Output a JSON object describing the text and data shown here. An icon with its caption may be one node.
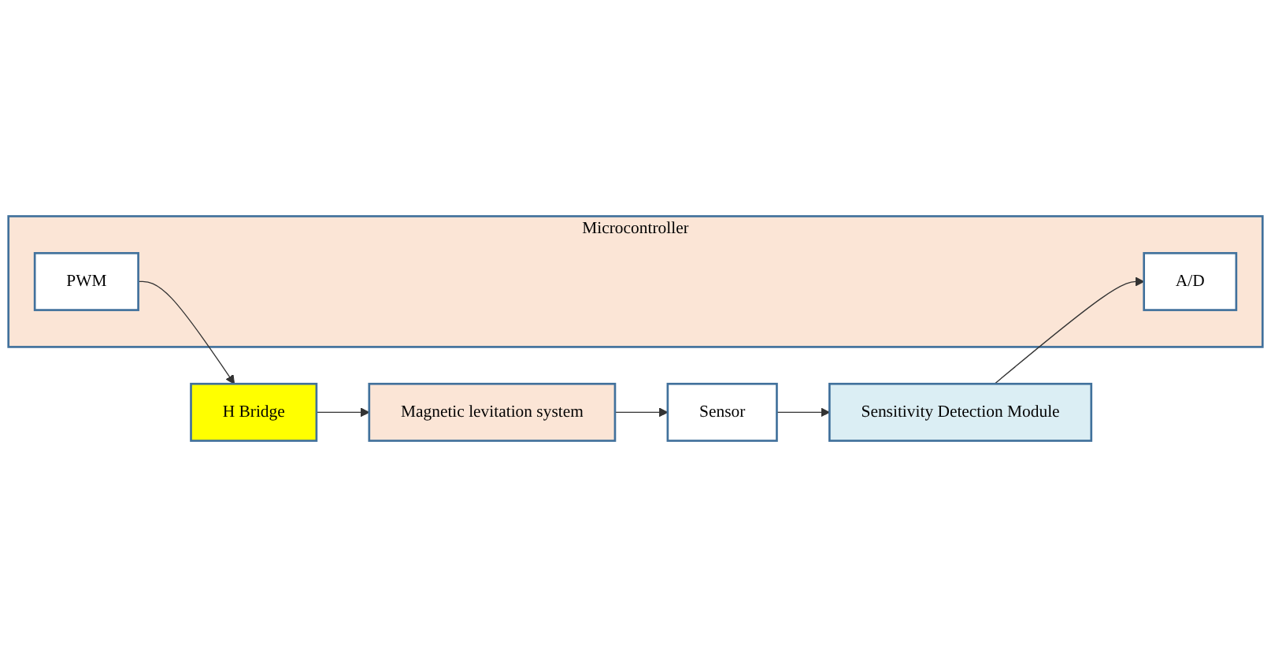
{
  "diagram": {
    "nodes": [
      {
        "text": [
          "Magnetic levitation system"
        ]
      },
      {
        "text": [
          "Sensor"
        ]
      },
      {
        "text": [
          "H Bridge"
        ]
      },
      {
        "text": [
          "Sensitivity Detection Module"
        ]
      },
      {
        "text": [
          "Microcontroller"
        ]
      },
      {
        "text": [
          "PWM"
        ],
        "in": 4
      },
      {
        "text": [
          "A/D"
        ],
        "in": 4
      }
    ],
    "edges": [
      {
        "from": 2,
        "to": 0,
        "arrow": "to"
      },
      {
        "from": 0,
        "to": 1,
        "arrow": "to"
      },
      {
        "from": 1,
        "to": 3,
        "arrow": "to"
      },
      {
        "from": 3,
        "to": 6,
        "arrow": "to"
      },
      {
        "from": 5,
        "to": 2,
        "arrow": "to"
      }
    ]
  }
}
